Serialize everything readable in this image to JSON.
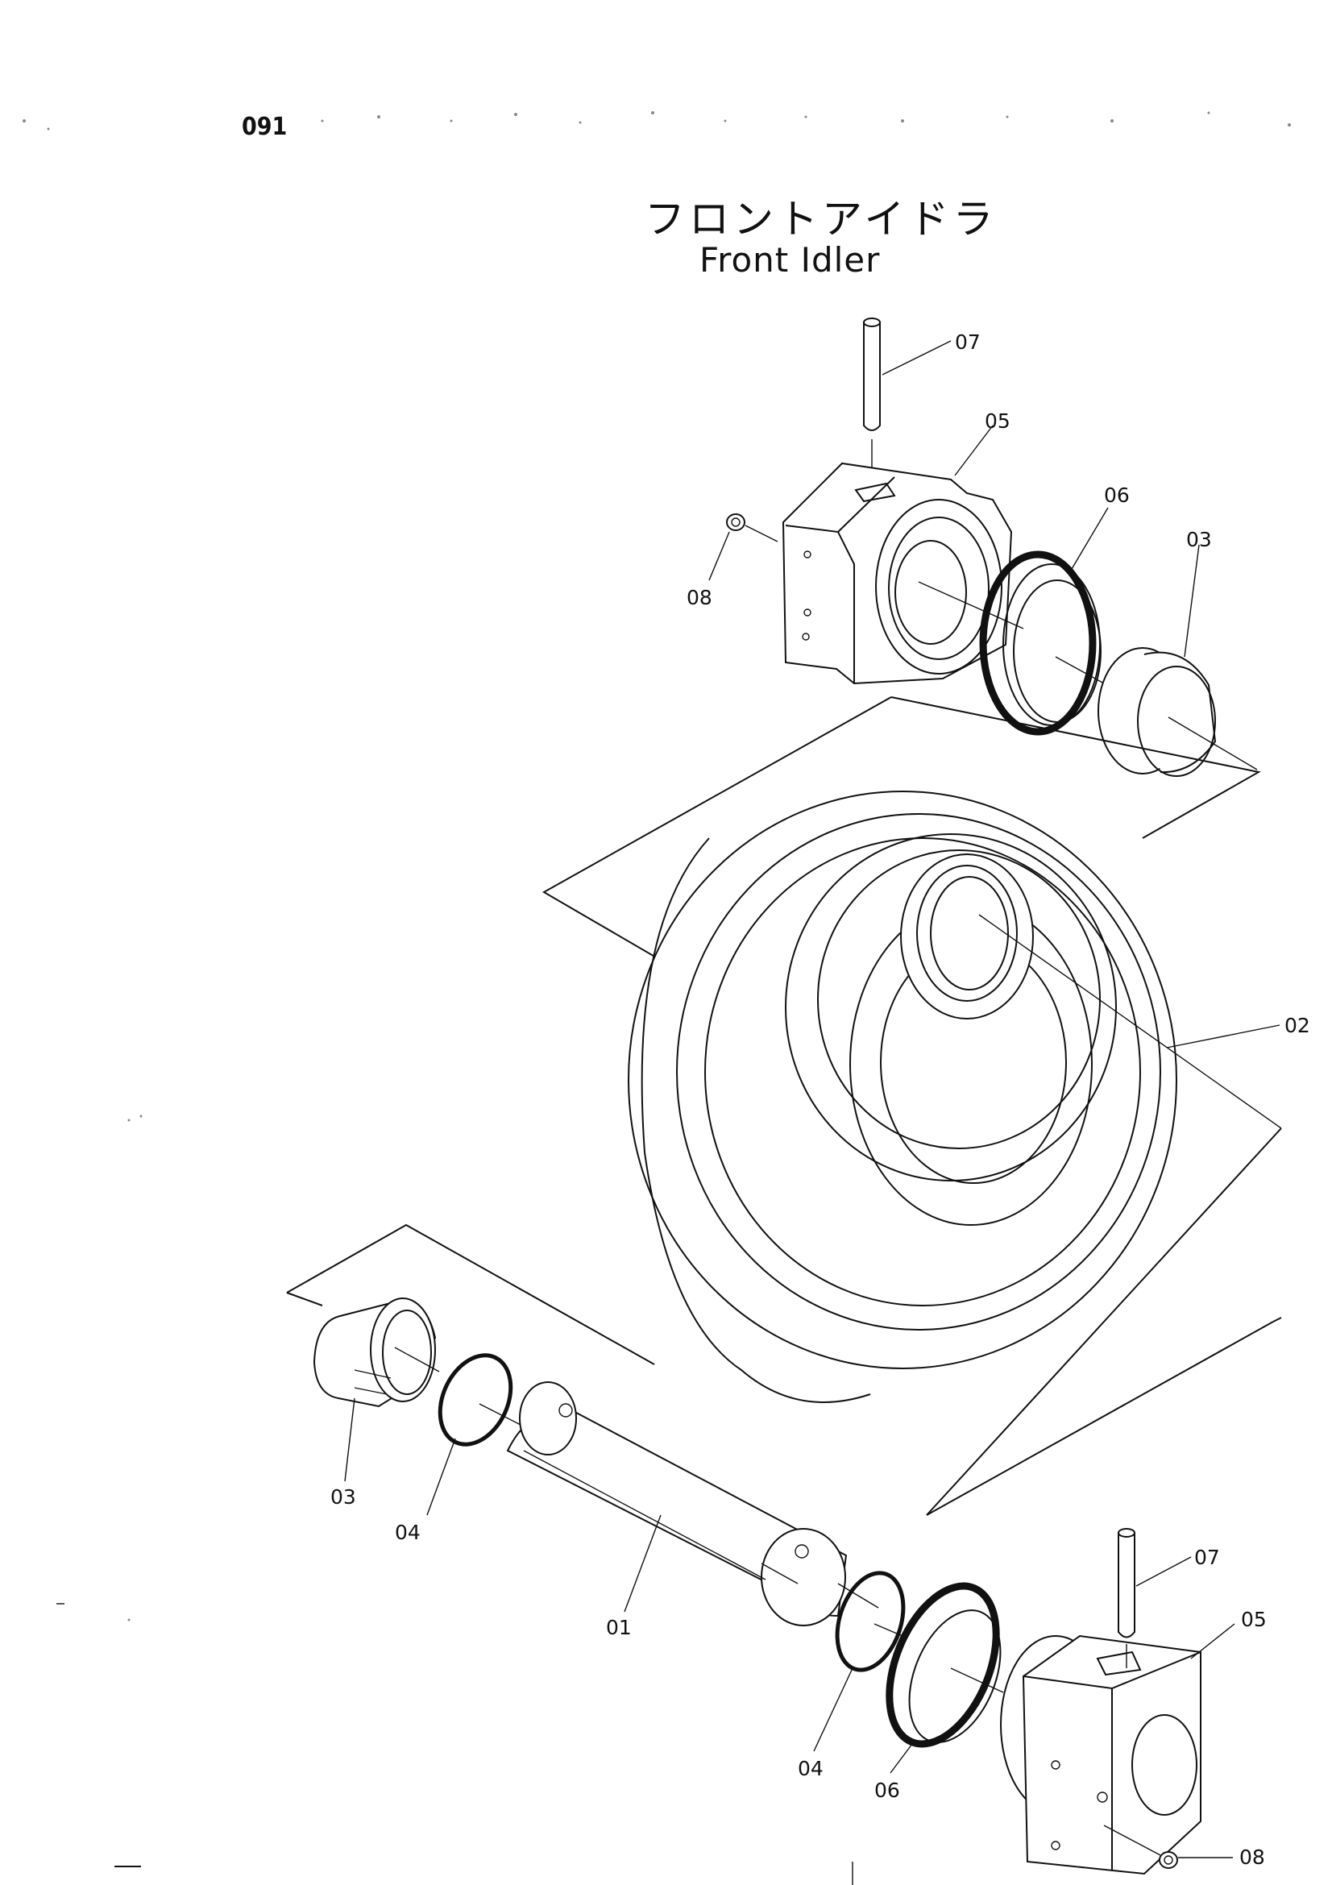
{
  "header": {
    "page_number": "091"
  },
  "title": {
    "jp": "フロントアイドラ",
    "en": "Front Idler"
  },
  "callouts": [
    {
      "id": "07-top",
      "label": "07"
    },
    {
      "id": "05-top",
      "label": "05"
    },
    {
      "id": "06-top",
      "label": "06"
    },
    {
      "id": "03-top",
      "label": "03"
    },
    {
      "id": "08-top",
      "label": "08"
    },
    {
      "id": "02",
      "label": "02"
    },
    {
      "id": "03-bottom",
      "label": "03"
    },
    {
      "id": "04-left",
      "label": "04"
    },
    {
      "id": "01",
      "label": "01"
    },
    {
      "id": "07-bottom",
      "label": "07"
    },
    {
      "id": "05-bottom",
      "label": "05"
    },
    {
      "id": "04-bottom",
      "label": "04"
    },
    {
      "id": "06-bottom",
      "label": "06"
    },
    {
      "id": "08-bottom",
      "label": "08"
    }
  ]
}
